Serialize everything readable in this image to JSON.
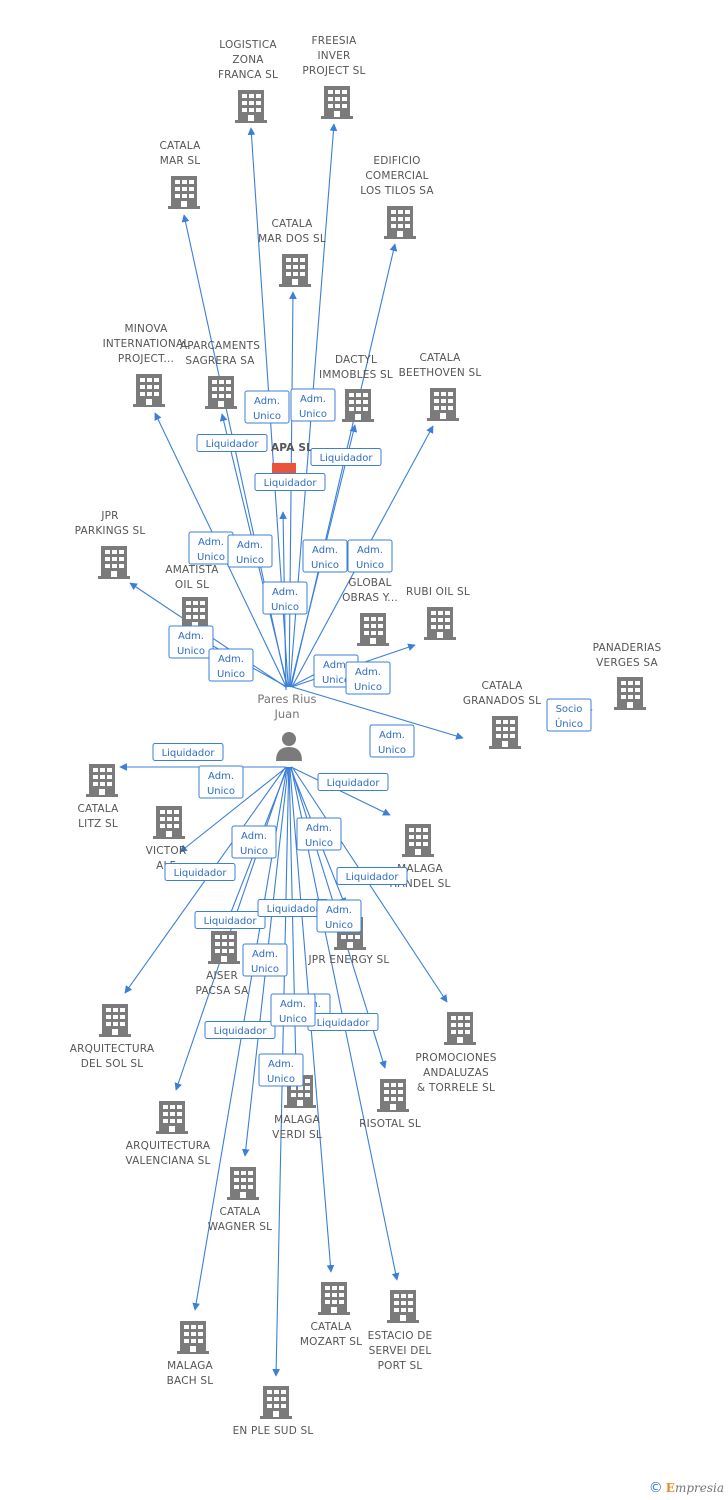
{
  "center": {
    "name_lines": [
      "Pares Rius",
      "Juan"
    ]
  },
  "target": {
    "name": "APA SL"
  },
  "nodes": [
    {
      "id": "logistica",
      "lines": [
        "LOGISTICA",
        "ZONA",
        "FRANCA SL"
      ]
    },
    {
      "id": "freesia",
      "lines": [
        "FREESIA",
        "INVER",
        "PROJECT SL"
      ]
    },
    {
      "id": "catala-mar",
      "lines": [
        "CATALA",
        "MAR SL"
      ]
    },
    {
      "id": "edificio",
      "lines": [
        "EDIFICIO",
        "COMERCIAL",
        "LOS TILOS SA"
      ]
    },
    {
      "id": "catala-mar-dos",
      "lines": [
        "CATALA",
        "MAR DOS SL"
      ]
    },
    {
      "id": "minova",
      "lines": [
        "MINOVA",
        "INTERNATIONAL",
        "PROJECT..."
      ]
    },
    {
      "id": "aparcaments",
      "lines": [
        "APARCAMENTS",
        "SAGRERA SA"
      ]
    },
    {
      "id": "dactyl",
      "lines": [
        "DACTYL",
        "IMMOBLES SL"
      ]
    },
    {
      "id": "catala-beethoven",
      "lines": [
        "CATALA",
        "BEETHOVEN SL"
      ]
    },
    {
      "id": "jpr-parkings",
      "lines": [
        "JPR",
        "PARKINGS SL"
      ]
    },
    {
      "id": "amatista",
      "lines": [
        "AMATISTA",
        "OIL SL"
      ]
    },
    {
      "id": "global-obras",
      "lines": [
        "GLOBAL",
        "OBRAS Y..."
      ]
    },
    {
      "id": "rubi-oil",
      "lines": [
        "RUBI OIL SL"
      ]
    },
    {
      "id": "panaderias",
      "lines": [
        "PANADERIAS",
        "VERGES SA"
      ]
    },
    {
      "id": "catala-granados",
      "lines": [
        "CATALA",
        "GRANADOS SL"
      ]
    },
    {
      "id": "catala-litz",
      "lines": [
        "CATALA",
        "LITZ SL"
      ]
    },
    {
      "id": "victor",
      "lines": [
        "VICTOR",
        "ALF"
      ]
    },
    {
      "id": "malaga-handel",
      "lines": [
        "MALAGA",
        "HANDEL SL"
      ]
    },
    {
      "id": "jpr-energy",
      "lines": [
        "JPR ENERGY SL"
      ]
    },
    {
      "id": "aiser",
      "lines": [
        "AISER",
        "PACSA SA"
      ]
    },
    {
      "id": "arq-sol",
      "lines": [
        "ARQUITECTURA",
        "DEL SOL SL"
      ]
    },
    {
      "id": "promociones",
      "lines": [
        "PROMOCIONES",
        "ANDALUZAS",
        "& TORRELE SL"
      ]
    },
    {
      "id": "arq-valenciana",
      "lines": [
        "ARQUITECTURA",
        "VALENCIANA SL"
      ]
    },
    {
      "id": "malaga-verdi",
      "lines": [
        "MALAGA",
        "VERDI SL"
      ]
    },
    {
      "id": "risotal",
      "lines": [
        "RISOTAL SL"
      ]
    },
    {
      "id": "catala-wagner",
      "lines": [
        "CATALA",
        "WAGNER SL"
      ]
    },
    {
      "id": "catala-mozart",
      "lines": [
        "CATALA",
        "MOZART SL"
      ]
    },
    {
      "id": "estacio",
      "lines": [
        "ESTACIO DE",
        "SERVEI DEL",
        "PORT SL"
      ]
    },
    {
      "id": "malaga-bach",
      "lines": [
        "MALAGA",
        "BACH SL"
      ]
    },
    {
      "id": "en-ple-sud",
      "lines": [
        "EN PLE SUD SL"
      ]
    }
  ],
  "relations": [
    {
      "lines": [
        "Adm.",
        "Unico"
      ]
    },
    {
      "lines": [
        "Adm.",
        "Unico"
      ]
    },
    {
      "lines": [
        "Liquidador"
      ]
    },
    {
      "lines": [
        "Liquidador"
      ]
    },
    {
      "lines": [
        "Liquidador"
      ]
    },
    {
      "lines": [
        "Adm.",
        "Unico"
      ]
    },
    {
      "lines": [
        "Adm.",
        "Unico"
      ]
    },
    {
      "lines": [
        "Adm.",
        "Unico"
      ]
    },
    {
      "lines": [
        "Adm.",
        "Unico"
      ]
    },
    {
      "lines": [
        "Adm.",
        "Unico"
      ]
    },
    {
      "lines": [
        "Adm.",
        "Unico"
      ]
    },
    {
      "lines": [
        "Adm.",
        "Unico"
      ]
    },
    {
      "lines": [
        "Adm.",
        "Unico"
      ]
    },
    {
      "lines": [
        "Adm.",
        "Unico"
      ]
    },
    {
      "lines": [
        "Adm.",
        "Unico"
      ]
    },
    {
      "lines": [
        "Socio",
        "Único"
      ]
    },
    {
      "lines": [
        "Liquidador"
      ]
    },
    {
      "lines": [
        "Adm.",
        "Unico"
      ]
    },
    {
      "lines": [
        "Liquidador"
      ]
    },
    {
      "lines": [
        "Adm.",
        "Unico"
      ]
    },
    {
      "lines": [
        "Adm.",
        "Unico"
      ]
    },
    {
      "lines": [
        "Liquidador"
      ]
    },
    {
      "lines": [
        "Liquidador"
      ]
    },
    {
      "lines": [
        "Liquidador"
      ]
    },
    {
      "lines": [
        "Liquidador"
      ]
    },
    {
      "lines": [
        "Adm.",
        "Unico"
      ]
    },
    {
      "lines": [
        "Adm.",
        "Unico"
      ]
    },
    {
      "lines": [
        "Adm.",
        "Unico"
      ]
    },
    {
      "lines": [
        "Liquidador"
      ]
    },
    {
      "lines": [
        "Liquidador"
      ]
    },
    {
      "lines": [
        "Adm.",
        "Unico"
      ]
    },
    {
      "lines": [
        "Adm.",
        "Unico"
      ]
    }
  ],
  "footer": {
    "copyright": "©",
    "brand_initial": "E",
    "brand_rest": "mpresia"
  },
  "colors": {
    "edge": "#3b7fd9",
    "building": "#7b7b7b",
    "target": "#e8553a"
  }
}
